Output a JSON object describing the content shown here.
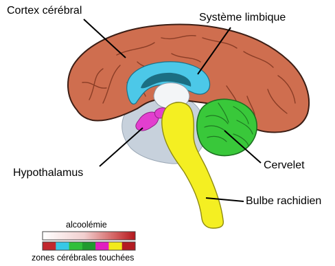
{
  "labels": {
    "cortex": "Cortex cérébral",
    "limbique": "Système limbique",
    "hypothalamus": "Hypothalamus",
    "cervelet": "Cervelet",
    "bulbe": "Bulbe rachidien"
  },
  "legend": {
    "alcool_label": "alcoolémie",
    "zones_label": "zones cérébrales touchées",
    "zone_colors": [
      "#c1272d",
      "#36c8e6",
      "#2fbf3a",
      "#1f9a2f",
      "#e11fc0",
      "#f2ea1a",
      "#b31c22"
    ]
  },
  "colors": {
    "cortex": "#cf6e4f",
    "limbique": "#4cc8e8",
    "hypothalamus": "#e23fcf",
    "cervelet": "#39c83a",
    "tronc": "#f4ef22"
  }
}
